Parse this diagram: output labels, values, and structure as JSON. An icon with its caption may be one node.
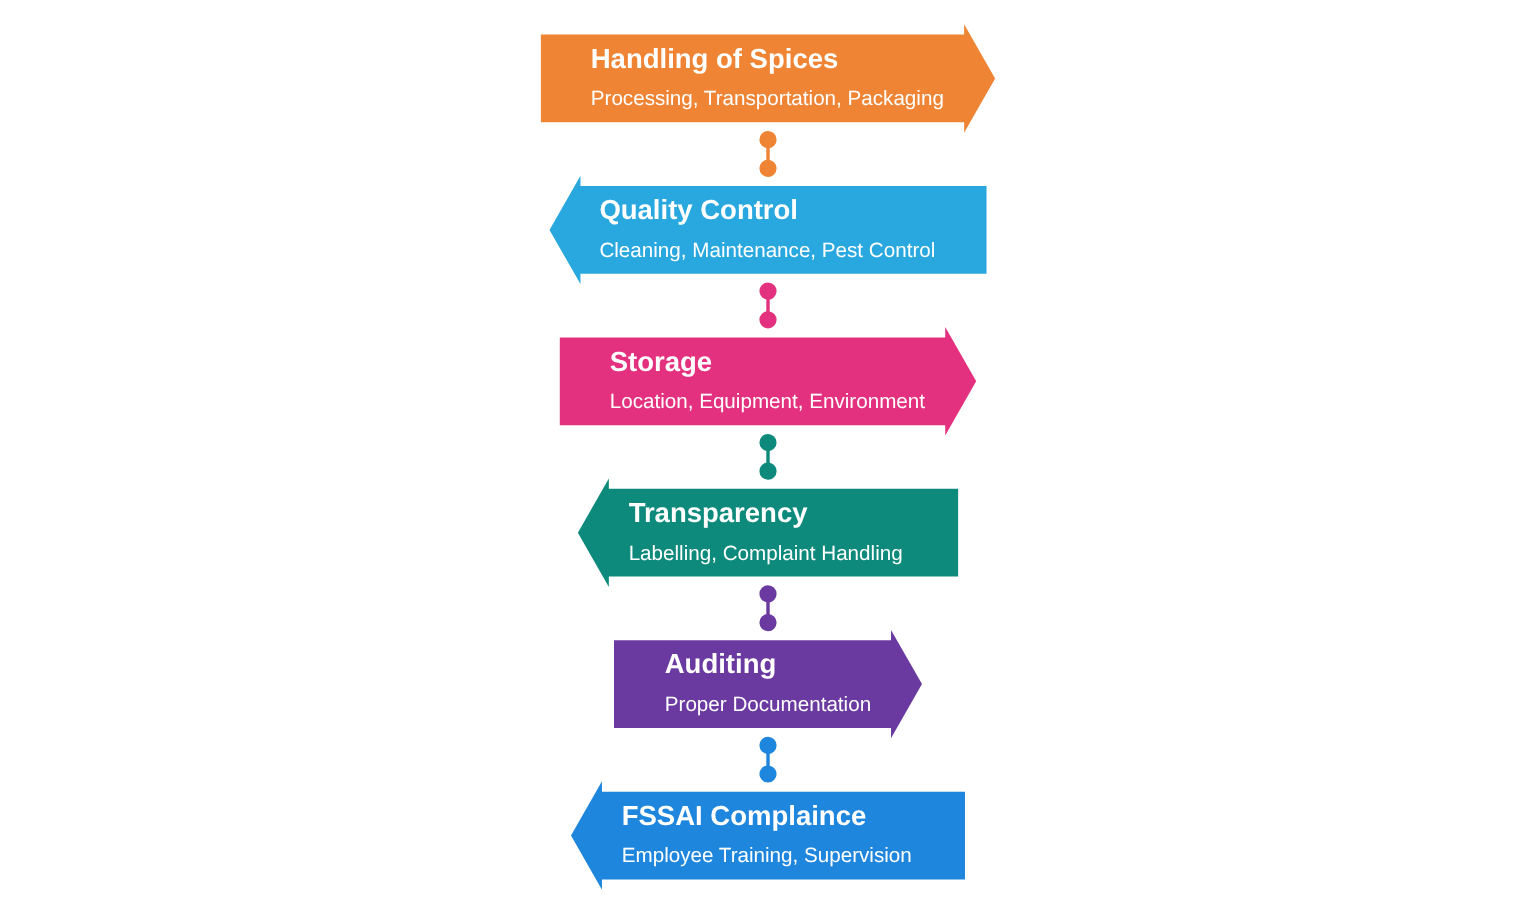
{
  "diagram": {
    "nodes": [
      {
        "text": [
          "Handling of Spices",
          "Processing, Transportation, Packaging"
        ]
      },
      {
        "text": [
          "Quality Control",
          "Cleaning, Maintenance, Pest Control"
        ]
      },
      {
        "text": [
          "Storage",
          "Location, Equipment, Environment"
        ]
      },
      {
        "text": [
          "Transparency",
          "Labelling, Complaint Handling"
        ]
      },
      {
        "text": [
          "Auditing",
          "Proper Documentation"
        ]
      },
      {
        "text": [
          "FSSAI Complaince",
          "Employee Training, Supervision"
        ]
      }
    ],
    "edges": [
      {
        "from": 0,
        "to": 1,
        "arrow": "other",
        "color": "#ee8434"
      },
      {
        "from": 1,
        "to": 2,
        "arrow": "other",
        "color": "#e3317f"
      },
      {
        "from": 2,
        "to": 3,
        "arrow": "other",
        "color": "#0e8a7c"
      },
      {
        "from": 3,
        "to": 4,
        "arrow": "other",
        "color": "#6b3aa0"
      },
      {
        "from": 4,
        "to": 5,
        "arrow": "other",
        "color": "#1f86dd"
      }
    ]
  }
}
